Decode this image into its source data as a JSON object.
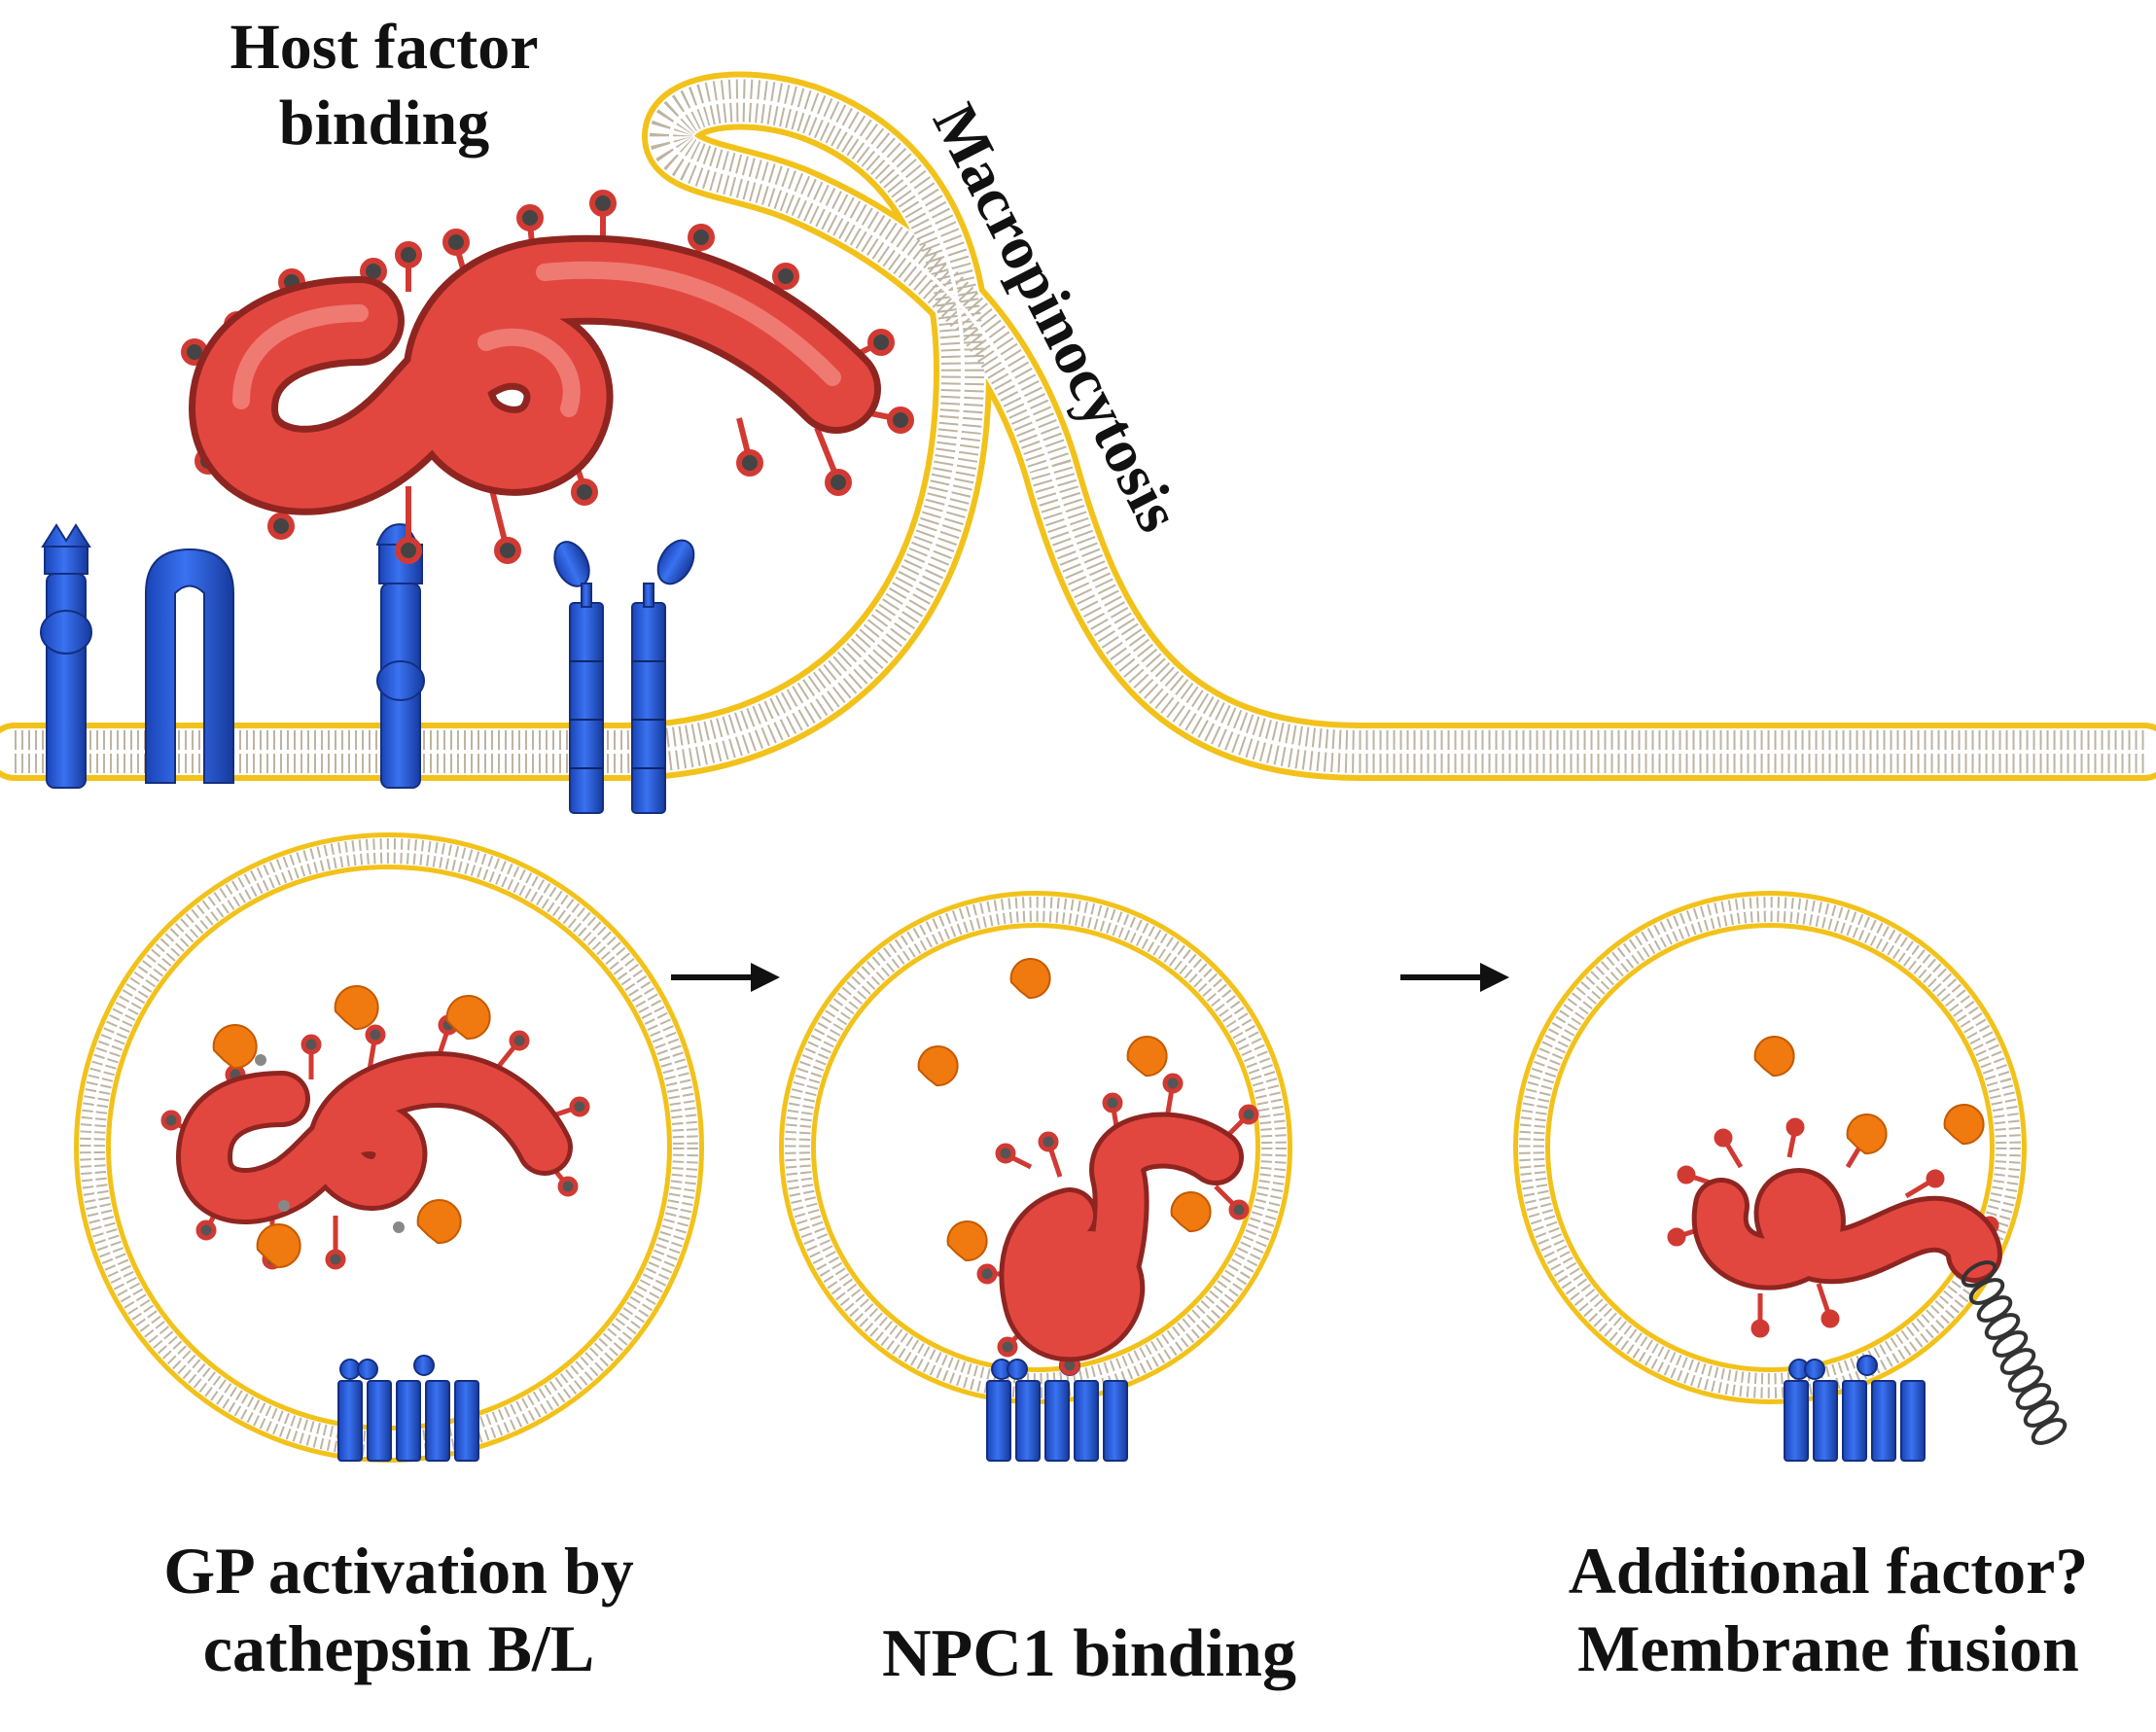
{
  "labels": {
    "host_factor": [
      "Host factor",
      "binding"
    ],
    "macropinocytosis": "Macropinocytosis",
    "stage1": [
      "GP activation by",
      "cathepsin B/L"
    ],
    "stage2": "NPC1 binding",
    "stage3": [
      "Additional factor?",
      "Membrane fusion"
    ]
  },
  "colors": {
    "lipid_head": "#f2c21b",
    "lipid_tail": "#b8b0a0",
    "virus": "#e2473f",
    "virus_dark": "#a82a25",
    "receptor": "#2155d6",
    "cathepsin": "#f07a10",
    "glycan_cap": "#777777",
    "fusion_coil": "#333333"
  }
}
